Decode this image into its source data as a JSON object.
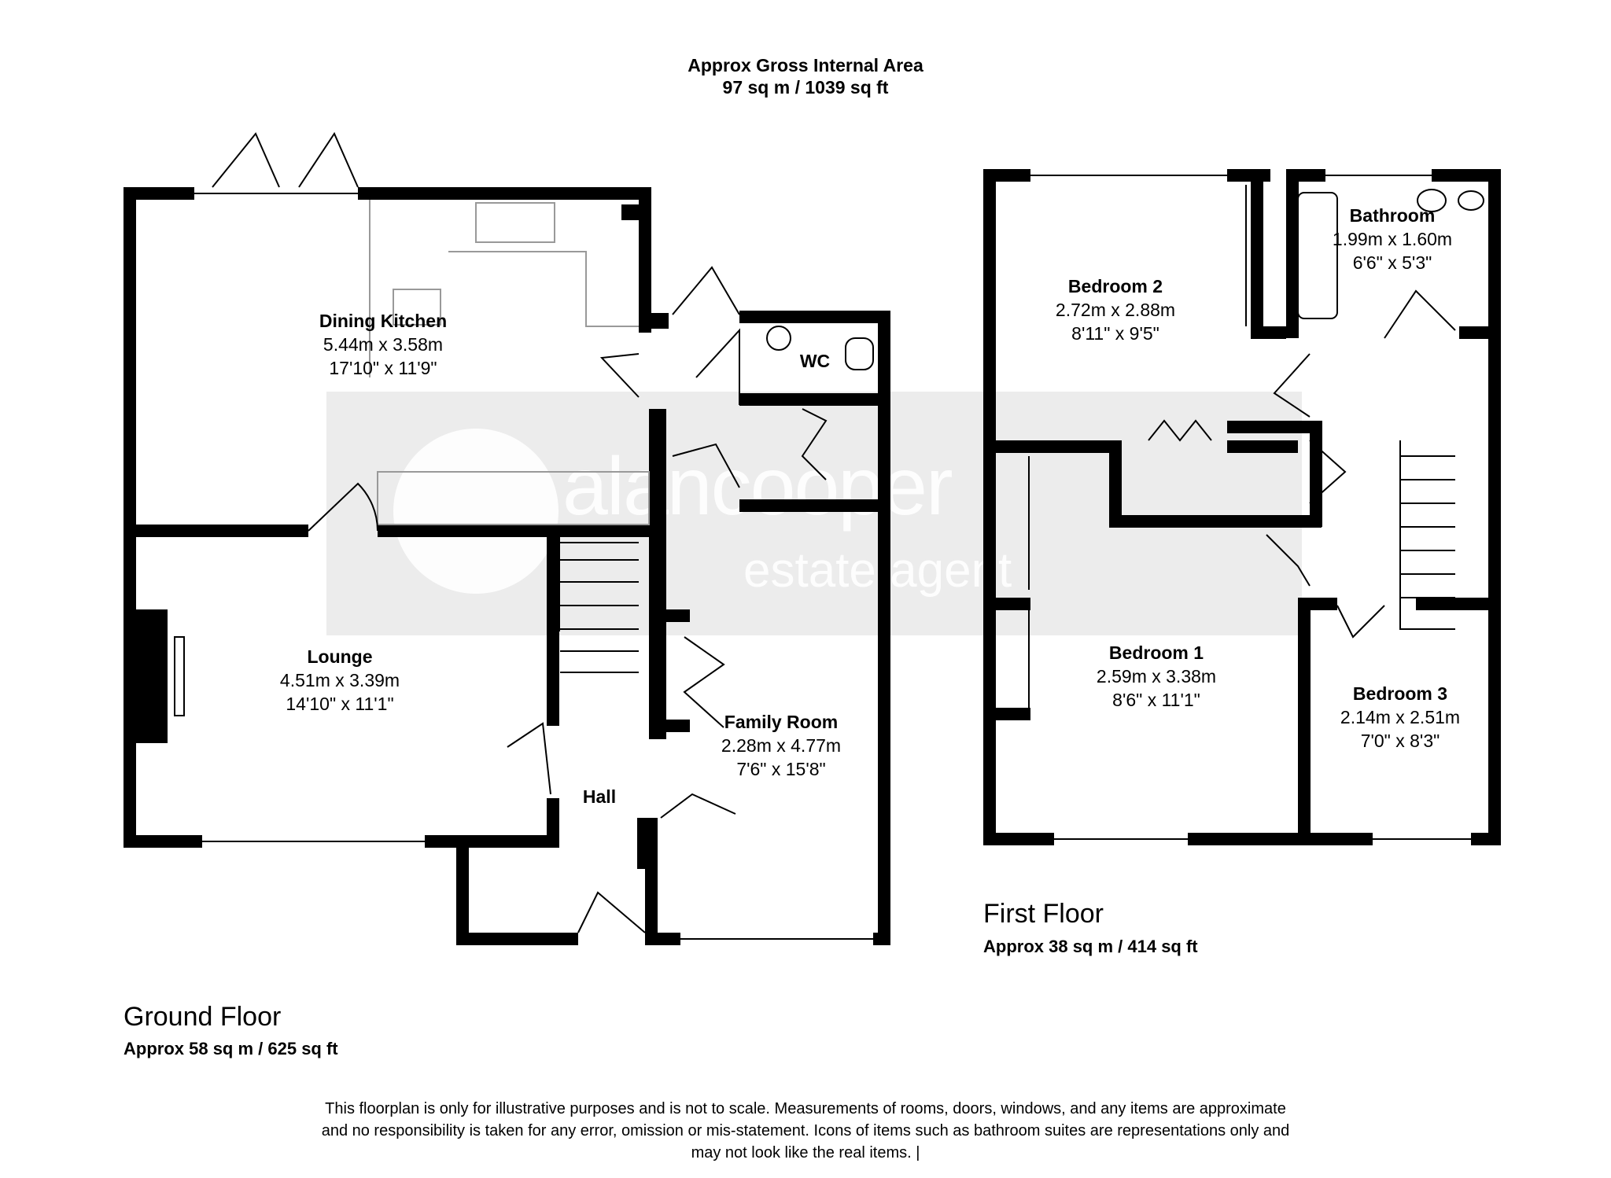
{
  "header": {
    "title": "Approx Gross Internal Area",
    "area": "97 sq m / 1039 sq ft"
  },
  "ground_floor": {
    "title": "Ground Floor",
    "area": "Approx 58 sq m / 625 sq ft",
    "rooms": {
      "dining_kitchen": {
        "name": "Dining Kitchen",
        "metric": "5.44m x 3.58m",
        "imperial": "17'10\" x 11'9\""
      },
      "lounge": {
        "name": "Lounge",
        "metric": "4.51m x 3.39m",
        "imperial": "14'10\" x 11'1\""
      },
      "family_room": {
        "name": "Family Room",
        "metric": "2.28m x 4.77m",
        "imperial": "7'6\" x 15'8\""
      },
      "wc": {
        "name": "WC"
      },
      "hall": {
        "name": "Hall"
      }
    }
  },
  "first_floor": {
    "title": "First Floor",
    "area": "Approx 38 sq m / 414 sq ft",
    "rooms": {
      "bedroom_2": {
        "name": "Bedroom 2",
        "metric": "2.72m x 2.88m",
        "imperial": "8'11\" x 9'5\""
      },
      "bathroom": {
        "name": "Bathroom",
        "metric": "1.99m x 1.60m",
        "imperial": "6'6\" x 5'3\""
      },
      "bedroom_1": {
        "name": "Bedroom 1",
        "metric": "2.59m x 3.38m",
        "imperial": "8'6\" x 11'1\""
      },
      "bedroom_3": {
        "name": "Bedroom 3",
        "metric": "2.14m x 2.51m",
        "imperial": "7'0\" x 8'3\""
      }
    }
  },
  "watermark": {
    "brand": "alancooper",
    "sub": "estate agent"
  },
  "disclaimer": {
    "line1": "This floorplan is only for illustrative purposes and is not to scale. Measurements of rooms, doors, windows, and any items are approximate",
    "line2": "and no responsibility is taken for any error, omission or mis-statement. Icons of items such as bathroom suites are representations only and",
    "line3": "may not look like the real items. |"
  },
  "colors": {
    "wall": "#000000",
    "watermark_band": "#d4d4d4"
  }
}
